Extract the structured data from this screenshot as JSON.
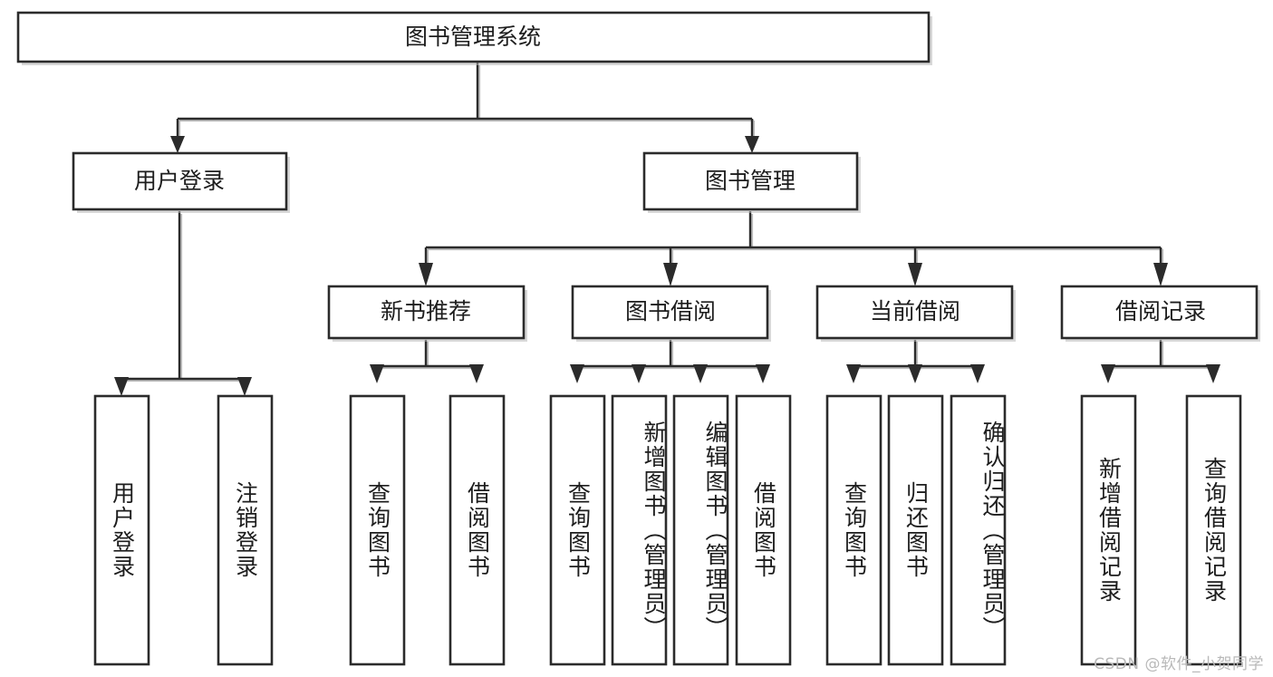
{
  "diagram": {
    "title": "图书管理系统",
    "type": "tree",
    "orientation": "top-down",
    "colors": {
      "box_stroke": "#2b2b2b",
      "box_fill": "#ffffff",
      "connector": "#2b2b2b",
      "text": "#1d1d1d",
      "watermark": "#b9b9b9"
    },
    "levels": {
      "root": {
        "label": "图书管理系统"
      },
      "level2": [
        {
          "label": "用户登录"
        },
        {
          "label": "图书管理"
        }
      ],
      "level3": [
        {
          "label": "新书推荐"
        },
        {
          "label": "图书借阅"
        },
        {
          "label": "当前借阅"
        },
        {
          "label": "借阅记录"
        }
      ],
      "leaves": {
        "user_login": [
          {
            "label": "用户登录"
          },
          {
            "label": "注销登录"
          }
        ],
        "new_book_recommend": [
          {
            "label": "查询图书"
          },
          {
            "label": "借阅图书"
          }
        ],
        "book_borrow": [
          {
            "label": "查询图书"
          },
          {
            "label": "新增图书（管理员）"
          },
          {
            "label": "编辑图书（管理员）"
          },
          {
            "label": "借阅图书"
          }
        ],
        "current_borrow": [
          {
            "label": "查询图书"
          },
          {
            "label": "归还图书"
          },
          {
            "label": "确认归还（管理员）"
          }
        ],
        "borrow_record": [
          {
            "label": "新增借阅记录"
          },
          {
            "label": "查询借阅记录"
          }
        ]
      }
    },
    "watermark": "CSDN @软件_小贺同学"
  }
}
